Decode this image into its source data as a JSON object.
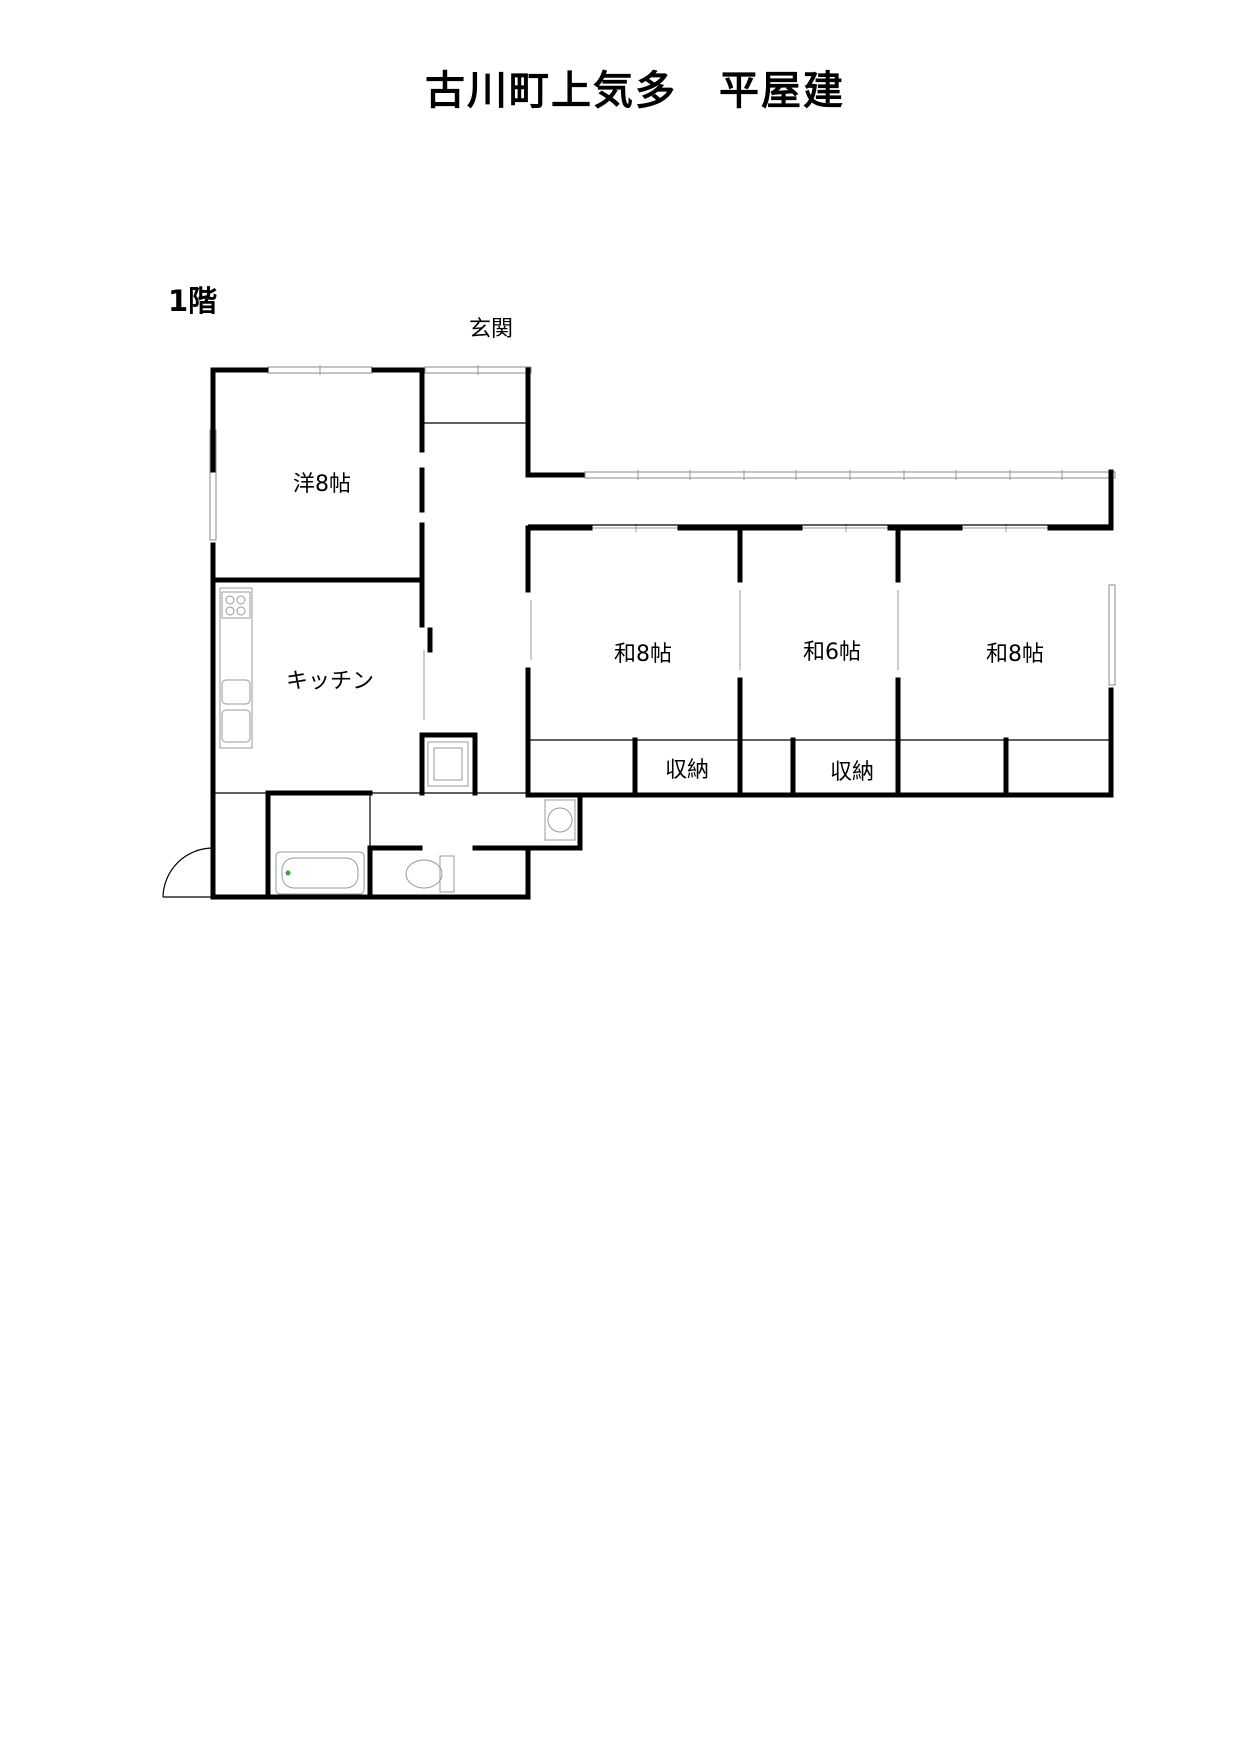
{
  "title": "古川町上気多　平屋建",
  "floor_label": "1階",
  "rooms": {
    "genkan": "玄関",
    "yo8": "洋8帖",
    "kitchen": "キッチン",
    "wa8_left": "和8帖",
    "wa6": "和6帖",
    "wa8_right": "和8帖",
    "storage_1": "収納",
    "storage_2": "収納"
  }
}
